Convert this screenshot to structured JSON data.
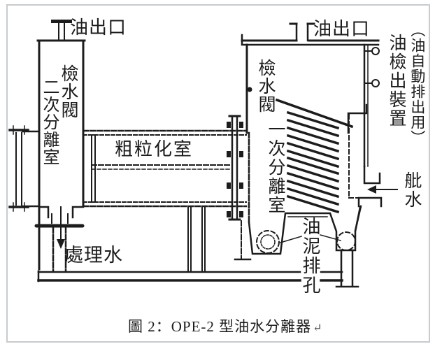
{
  "figure": {
    "caption": "圖 2：OPE-2 型油水分離器",
    "caption_mark": "↵"
  },
  "left_tank": {
    "oil_outlet": "油出口",
    "check_valve": "檢水閥",
    "chamber": "二次分離室",
    "treated_water": "處理水"
  },
  "coalescer": {
    "chamber": "粗粒化室"
  },
  "right_tank": {
    "oil_outlet": "油出口",
    "check_valve": "檢水閥",
    "chamber": "一次分離室",
    "oil_detector": "油檢出裝置",
    "oil_detector_note": "（油自動排出用）",
    "bilge_water": "舭水",
    "sludge_drain": "油泥排孔"
  },
  "colors": {
    "ink": "#1c1c1c",
    "frame": "#c7cbce",
    "paper": "#ffffff"
  }
}
